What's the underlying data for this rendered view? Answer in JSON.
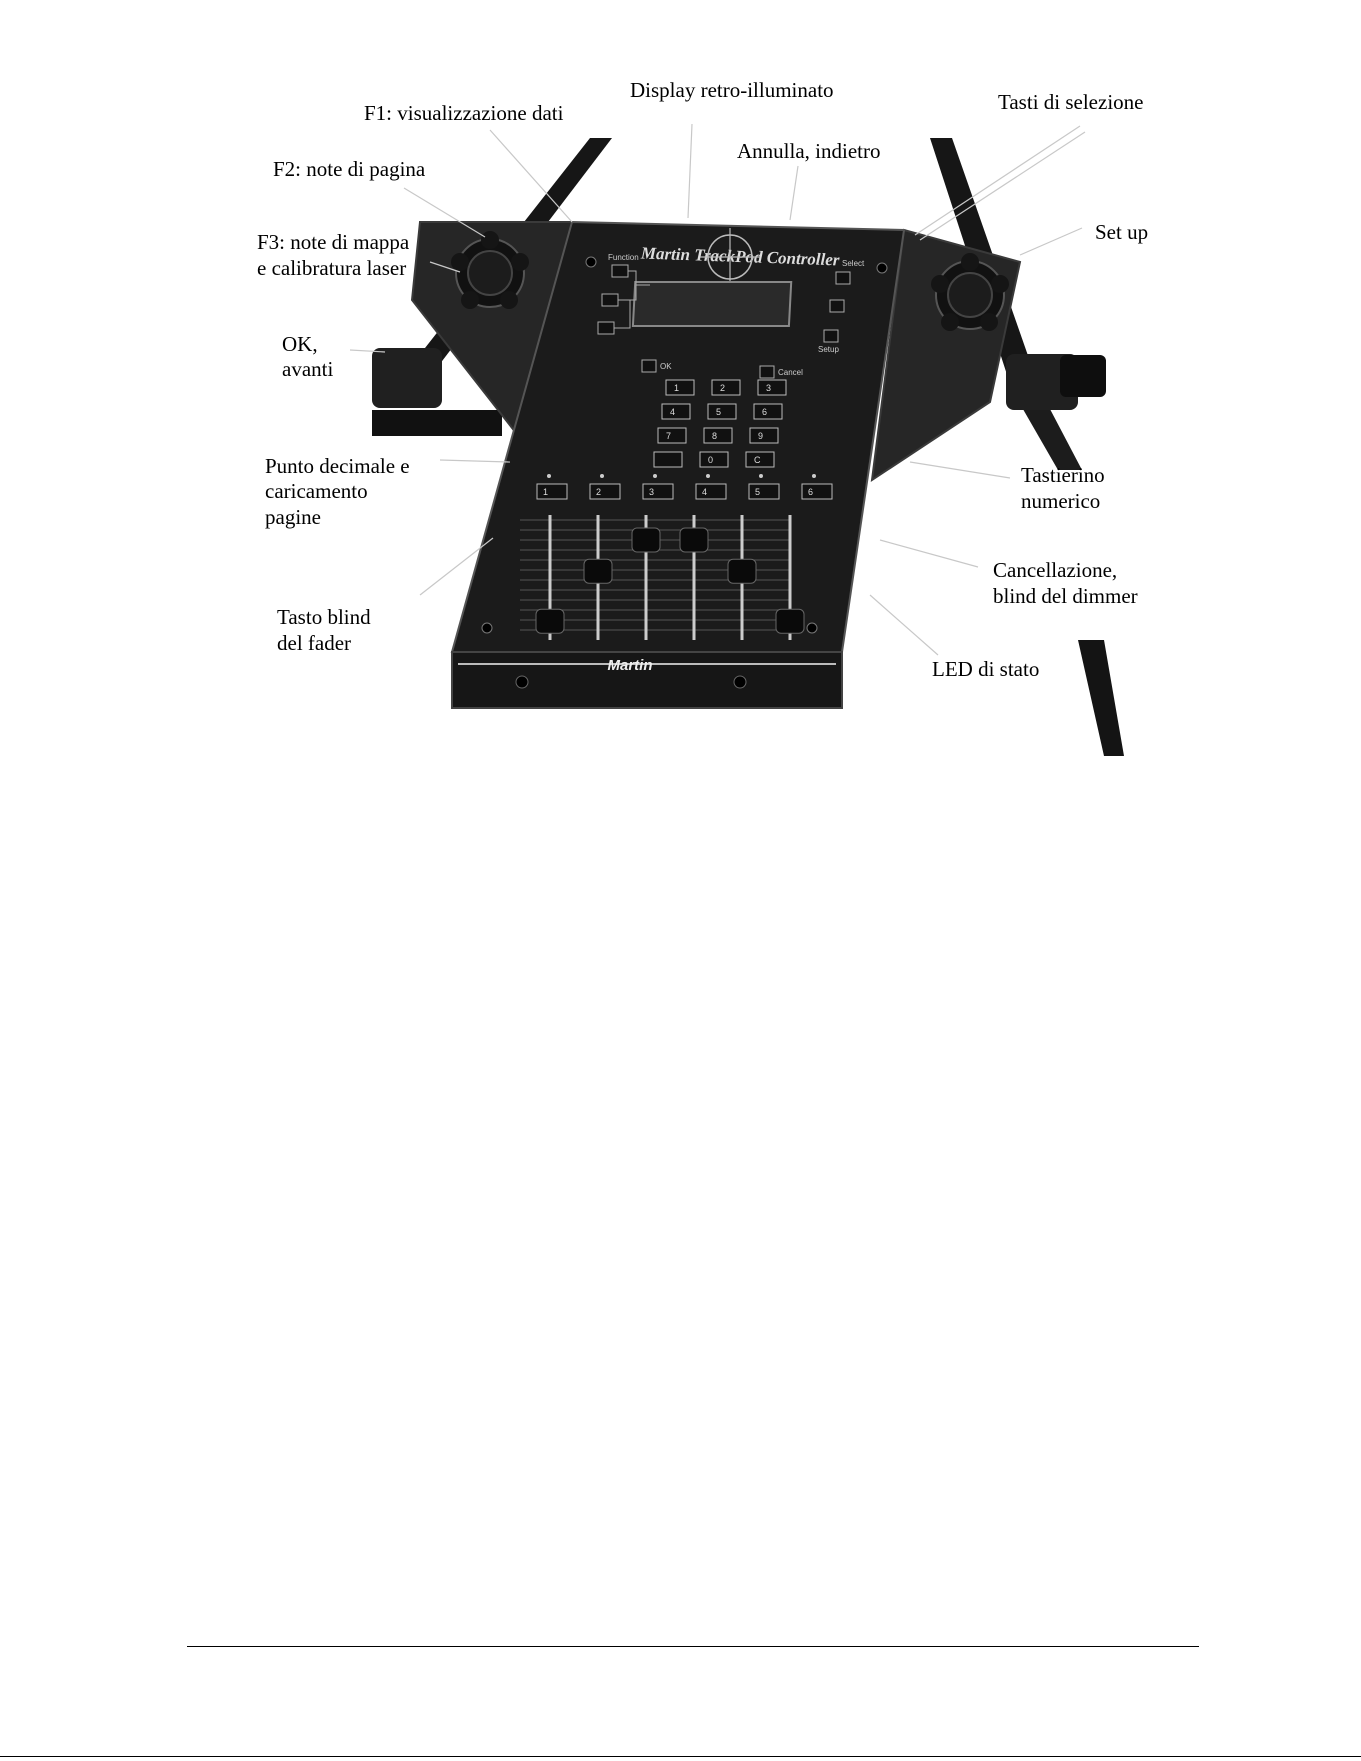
{
  "device": {
    "display_text": "Martin TrackPod Controller",
    "brand": "Martin",
    "labels": {
      "function": "Function",
      "select": "Select",
      "setup": "Setup",
      "ok": "OK",
      "cancel": "Cancel"
    },
    "keypad": [
      "1",
      "2",
      "3",
      "4",
      "5",
      "6",
      "7",
      "8",
      "9",
      "",
      "0",
      "C"
    ],
    "channel_keys": [
      "1",
      "2",
      "3",
      "4",
      "5",
      "6"
    ],
    "fader_levels": [
      0.15,
      0.55,
      0.8,
      0.8,
      0.55,
      0.15
    ]
  },
  "callouts": {
    "f1": "F1: visualizzazione dati",
    "display": "Display retro-illuminato",
    "select_keys": "Tasti di selezione",
    "f2": "F2: note di pagina",
    "cancel_back": "Annulla, indietro",
    "setup": "Set up",
    "f3_line1": "F3: note di mappa",
    "f3_line2": "e calibratura laser",
    "ok_line1": "OK,",
    "ok_line2": "avanti",
    "decimal_line1": "Punto decimale e",
    "decimal_line2": "caricamento",
    "decimal_line3": "pagine",
    "keypad_line1": "Tastierino",
    "keypad_line2": "numerico",
    "clear_line1": "Cancellazione,",
    "clear_line2": "blind del dimmer",
    "fader_blind_line1": "Tasto blind",
    "fader_blind_line2": "del fader",
    "status_led": "LED di stato"
  }
}
